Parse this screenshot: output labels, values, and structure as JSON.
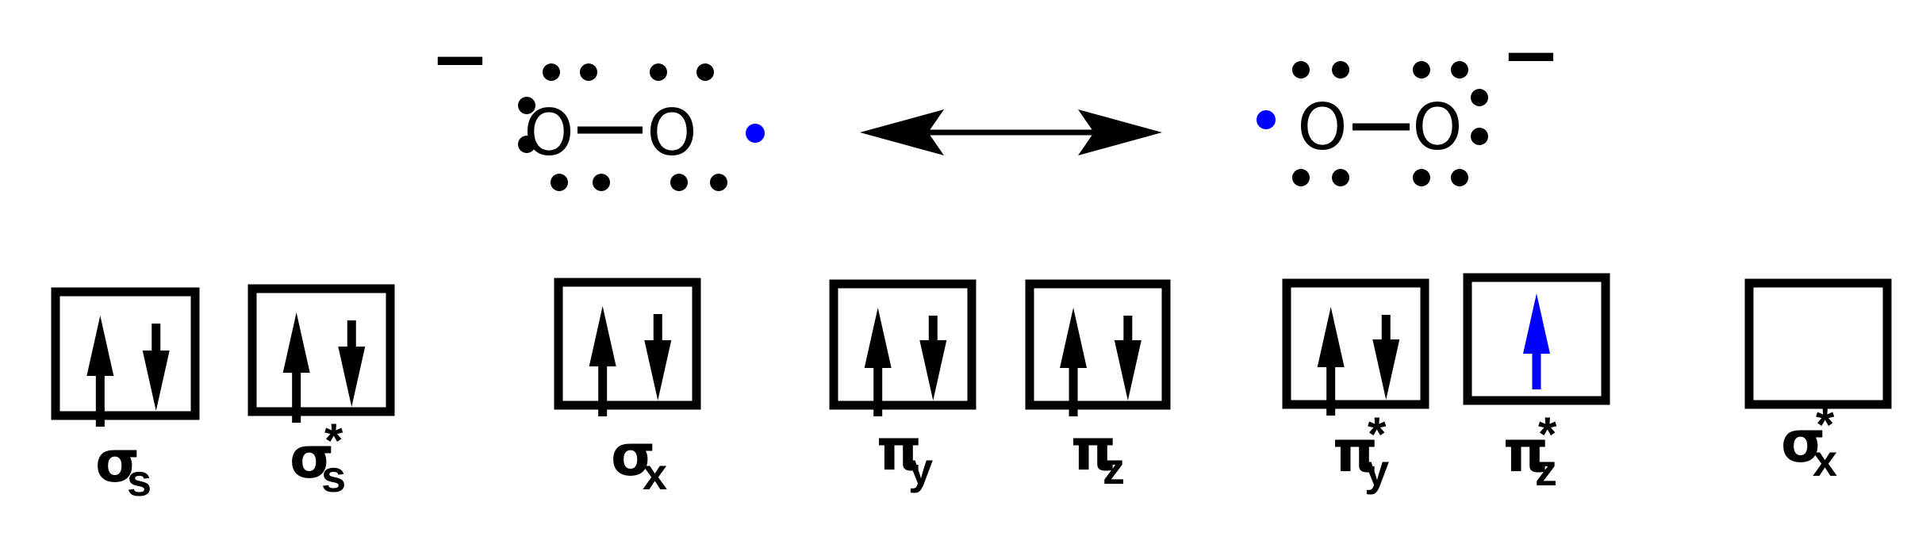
{
  "structures": [
    {
      "atom1": "O",
      "atom2": "O",
      "charge": "−",
      "charge_side": "left",
      "radical_side": "right"
    },
    {
      "atom1": "O",
      "atom2": "O",
      "charge": "−",
      "charge_side": "right",
      "radical_side": "left"
    }
  ],
  "orbitals": [
    {
      "symbol": "σ",
      "subscript": "s",
      "star": "",
      "electrons": [
        "up",
        "down"
      ]
    },
    {
      "symbol": "σ",
      "subscript": "s",
      "star": "*",
      "electrons": [
        "up",
        "down"
      ]
    },
    {
      "symbol": "σ",
      "subscript": "x",
      "star": "",
      "electrons": [
        "up",
        "down"
      ]
    },
    {
      "symbol": "π",
      "subscript": "y",
      "star": "",
      "electrons": [
        "up",
        "down"
      ]
    },
    {
      "symbol": "π",
      "subscript": "z",
      "star": "",
      "electrons": [
        "up",
        "down"
      ]
    },
    {
      "symbol": "π",
      "subscript": "y",
      "star": "*",
      "electrons": [
        "up",
        "down"
      ]
    },
    {
      "symbol": "π",
      "subscript": "z",
      "star": "*",
      "electrons": [
        "up-highlight"
      ]
    },
    {
      "symbol": "σ",
      "subscript": "x",
      "star": "*",
      "electrons": []
    }
  ],
  "colors": {
    "ink": "#000000",
    "highlight": "#0000ff",
    "background": "#ffffff"
  }
}
